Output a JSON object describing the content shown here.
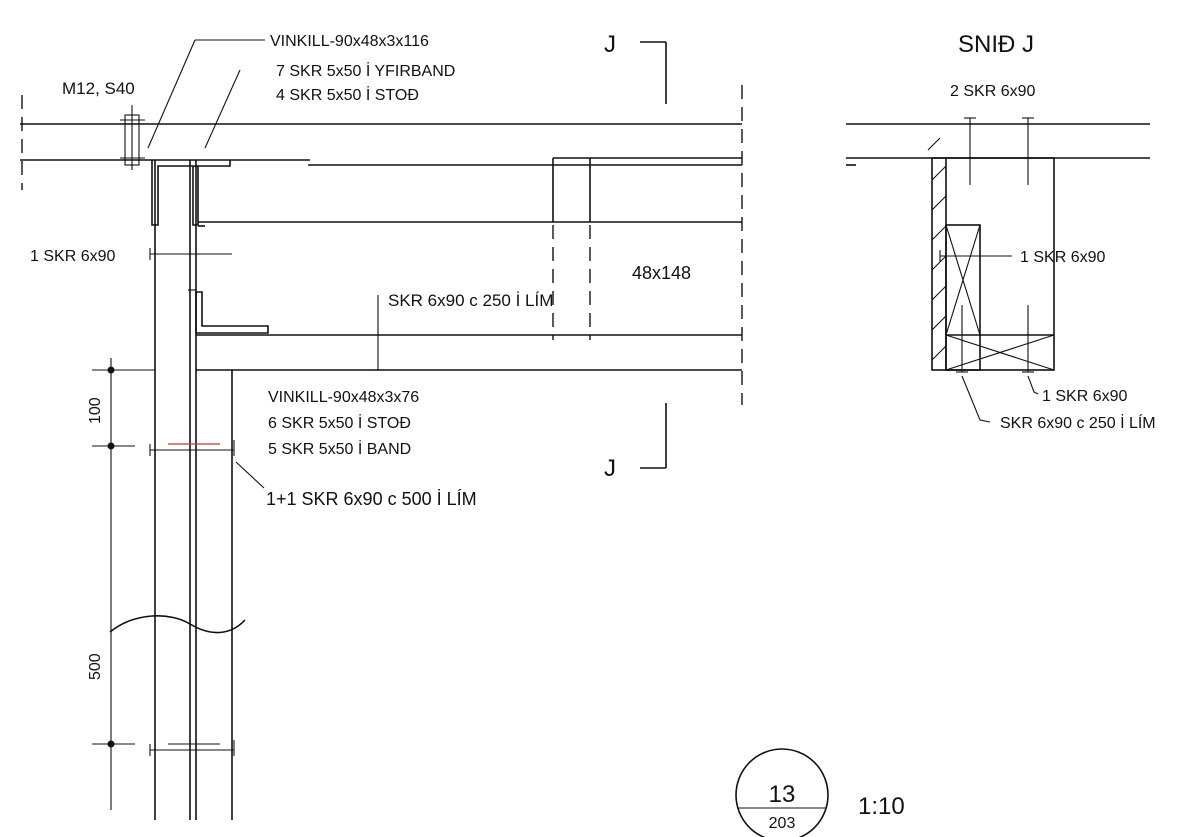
{
  "labels": {
    "vinkill_top": "VINKILL-90x48x3x116",
    "top_line2": "7 SKR 5x50 İ YFIRBAND",
    "top_line3": "4 SKR 5x50 İ STOĐ",
    "bolt": "M12, S40",
    "section_marker": "J",
    "left_skr": "1 SKR 6x90",
    "beam_skr": "SKR 6x90 c 250 İ LÍM",
    "beam_size": "48x148",
    "vinkill_bottom": "VINKILL-90x48x3x76",
    "bottom_line2": "6 SKR 5x50 İ STOĐ",
    "bottom_line3": "5 SKR 5x50 İ BAND",
    "post_skr": "1+1 SKR 6x90 c 500 İ LÍM",
    "dim_100": "100",
    "dim_500": "500"
  },
  "section": {
    "title": "SNIĐ J",
    "top_skr": "2 SKR 6x90",
    "mid_skr": "1 SKR 6x90",
    "bottom_skr": "1 SKR 6x90",
    "bottom_skr_lim": "SKR 6x90 c 250 İ LÍM"
  },
  "detail": {
    "number": "13",
    "sheet": "203",
    "scale": "1:10"
  }
}
